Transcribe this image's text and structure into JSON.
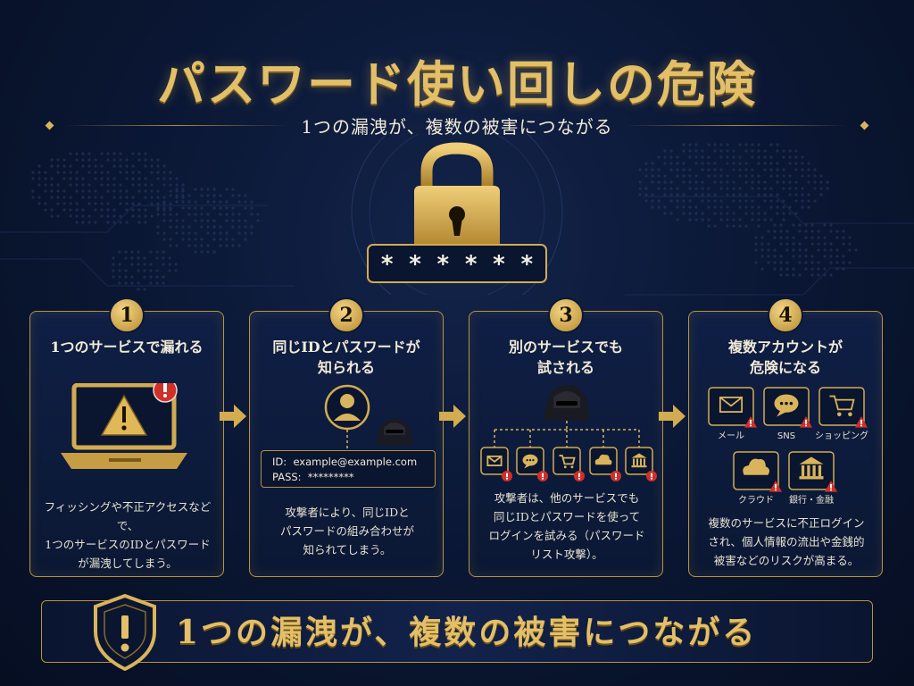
{
  "header": {
    "title": "パスワード使い回しの危険",
    "subtitle": "1つの漏洩が、複数の被害につながる"
  },
  "hero": {
    "password_mask": "* * * * * *"
  },
  "steps": [
    {
      "number": "1",
      "title_line1": "1つのサービスで漏れる",
      "title_line2": "",
      "desc_lines": [
        "フィッシングや不正アクセスなどで、",
        "1つのサービスのIDとパスワード",
        "が漏洩してしまう。"
      ]
    },
    {
      "number": "2",
      "title_line1": "同じIDとパスワードが",
      "title_line2": "知られる",
      "credentials": {
        "id_label": "ID:",
        "id_value": "example@example.com",
        "pass_label": "PASS:",
        "pass_value": "*********"
      },
      "desc_lines": [
        "攻撃者により、同じIDと",
        "パスワードの組み合わせが",
        "知られてしまう。"
      ]
    },
    {
      "number": "3",
      "title_line1": "別のサービスでも",
      "title_line2": "試される",
      "desc_lines": [
        "攻撃者は、他のサービスでも",
        "同じIDとパスワードを使って",
        "ログインを試みる（パスワード",
        "リスト攻撃）。"
      ]
    },
    {
      "number": "4",
      "title_line1": "複数アカウントが",
      "title_line2": "危険になる",
      "services": [
        {
          "label": "メール",
          "icon": "mail-icon"
        },
        {
          "label": "SNS",
          "icon": "chat-icon"
        },
        {
          "label": "ショッピング",
          "icon": "cart-icon"
        },
        {
          "label": "クラウド",
          "icon": "cloud-icon"
        },
        {
          "label": "銀行・金融",
          "icon": "bank-icon"
        }
      ],
      "desc_lines": [
        "複数のサービスに不正ログイン",
        "され、個人情報の流出や金銭的",
        "被害などのリスクが高まる。"
      ]
    }
  ],
  "footer": {
    "message": "1つの漏洩が、複数の被害につながる"
  },
  "colors": {
    "gold": "#d9b45a",
    "navy": "#0b1834",
    "alert": "#d0302a"
  }
}
